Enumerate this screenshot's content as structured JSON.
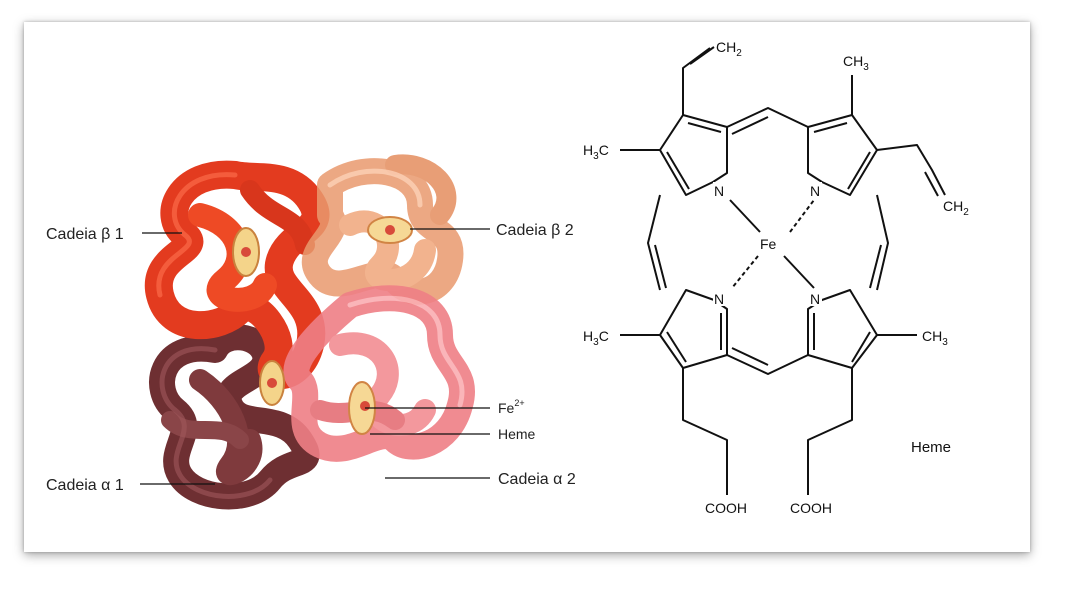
{
  "hemoglobin": {
    "beta1": "Cadeia β 1",
    "beta2": "Cadeia β 2",
    "alpha1": "Cadeia α 1",
    "alpha2": "Cadeia α 2",
    "fe_base": "Fe",
    "fe_charge": "2+",
    "heme": "Heme"
  },
  "structure": {
    "ch2_top_base": "CH",
    "ch2_top_sub": "2",
    "ch3_top_base": "CH",
    "ch3_top_sub": "3",
    "h3c_left_top_h": "H",
    "h3c_left_top_sub": "3",
    "h3c_left_top_c": "C",
    "ch2_right_base": "CH",
    "ch2_right_sub": "2",
    "h3c_left_bot_h": "H",
    "h3c_left_bot_sub": "3",
    "h3c_left_bot_c": "C",
    "ch3_right_base": "CH",
    "ch3_right_sub": "3",
    "n1": "N",
    "n2": "N",
    "n3": "N",
    "n4": "N",
    "fe": "Fe",
    "cooh_left": "COOH",
    "cooh_right": "COOH",
    "caption": "Heme"
  }
}
